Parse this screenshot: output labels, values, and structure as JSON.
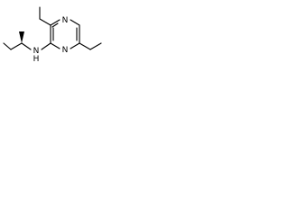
{
  "molecule": {
    "atoms": {
      "ring_nitrogen_top": "N",
      "ring_nitrogen_bottom": "N",
      "amine_nitrogen": "N",
      "amine_hydrogen": "H"
    },
    "colors": {
      "bond": "#000000",
      "background": "#ffffff"
    }
  }
}
